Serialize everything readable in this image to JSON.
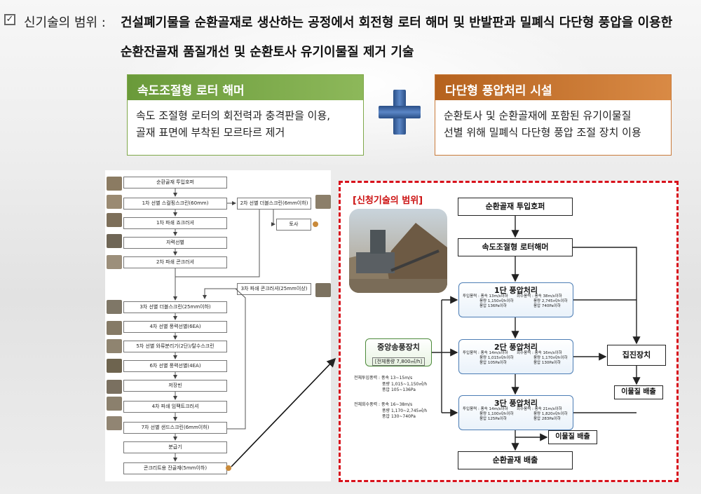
{
  "header": {
    "label": "신기술의 범위 :",
    "line1": "건설폐기물을 순환골재로 생산하는 공정에서 회전형 로터 해머 및 반발판과 밀폐식 다단형 풍압을 이용한",
    "line2": "순환잔골재 품질개선 및 순환토사 유기이물질 제거 기술"
  },
  "left_box": {
    "title": "속도조절형 로터 해머",
    "desc1": "속도 조절형 로터의 회전력과 충격판을 이용,",
    "desc2": "골재 표면에 부착된 모르타르 제거"
  },
  "right_box": {
    "title": "다단형 풍압처리 시설",
    "desc1": "순환토사 및 순환골재에 포함된 유기이물질",
    "desc2": "선별 위해 밀폐식 다단형 풍압 조절 장치 이용"
  },
  "flow": {
    "steps": [
      "순환골재 투입호퍼",
      "1차 선별 스컬핑스크린(60mm)",
      "1차 파쇄 죠크러셔",
      "자력선별",
      "2차 파쇄 콘크러셔",
      "3차 선별 더블스크린(25mm이하)",
      "4차 선별 풍력선별(6EA)",
      "5차 선별 와류분리기(2단)/탈수스크린",
      "6차 선별 풍력선별(4EA)",
      "저장빈",
      "4차 파쇄 임팩트크러셔",
      "7차 선별 샌드스크린(6mm이하)",
      "분급기",
      "콘크리트용 잔골재(5mm이하)"
    ],
    "side_screen": "2차 선별 더블스크린(6mm이하)",
    "side_soil": "토사",
    "side_crusher": "3차 파쇄 콘크러셔(25mm이상)"
  },
  "scope": {
    "title": "[신청기술의 범위]",
    "hopper": "순환골재 투입호퍼",
    "rotor": "속도조절형 로터해머",
    "stage1": {
      "title": "1단 풍압처리",
      "left": [
        "투입풍력 : 풍속 13m/s이하",
        "풍량 1,150㎥/h이하",
        "풍압 136Pa이하"
      ],
      "right": [
        "회수풍력 : 풍속 38m/s이하",
        "풍량 2,745㎥/h이하",
        "풍압 740Pa이하"
      ]
    },
    "stage2": {
      "title": "2단 풍압처리",
      "left": [
        "투입풍력 : 풍속 14m/s이하",
        "풍량 1,015㎥/h이하",
        "풍압 105Pa이하"
      ],
      "right": [
        "회수풍력 : 풍속 16m/s이하",
        "풍량 1,170㎥/h이하",
        "풍압 130Pa이하"
      ]
    },
    "stage3": {
      "title": "3단 풍압처리",
      "left": [
        "투입풍력 : 풍속 14m/s이하",
        "풍량 1,100㎥/h이하",
        "풍압 125Pa이하"
      ],
      "right": [
        "회수풍력 : 풍속 21m/s이하",
        "풍량 1,820㎥/h이하",
        "풍압 283Pa이하"
      ]
    },
    "blower_title": "중앙송풍장치",
    "blower_sub": "[전체풍량 7,800㎥/h]",
    "params_in": [
      "전체투입풍력 : 풍속 13~15m/s",
      "풍량 1,015~1,150㎥/h",
      "풍압 105~136Pa"
    ],
    "params_out": [
      "전체회수풍력 : 풍속 16~38m/s",
      "풍량 1,170~2,745㎥/h",
      "풍압 130~740Pa"
    ],
    "dust": "집진장치",
    "foreign1": "이물질 배출",
    "foreign2": "이물질 배출",
    "output": "순환골재 배출"
  },
  "colors": {
    "green_header": "#6a9a3a",
    "orange_header": "#b5621e",
    "plus_blue": "#3a66a8",
    "scope_red": "#d8111b"
  }
}
